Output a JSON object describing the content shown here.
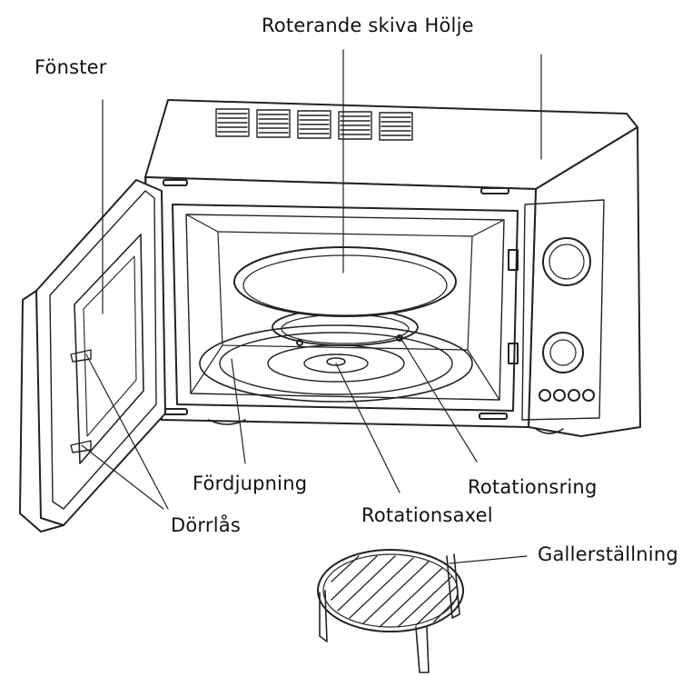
{
  "labels": {
    "turntable": "Roterande skiva",
    "casing": "Hölje",
    "window": "Fönster",
    "recess": "Fördjupning",
    "door_lock": "Dörrlås",
    "roller_ring": "Rotationsring",
    "shaft": "Rotationsaxel",
    "grill_rack": "Gallerställning"
  }
}
